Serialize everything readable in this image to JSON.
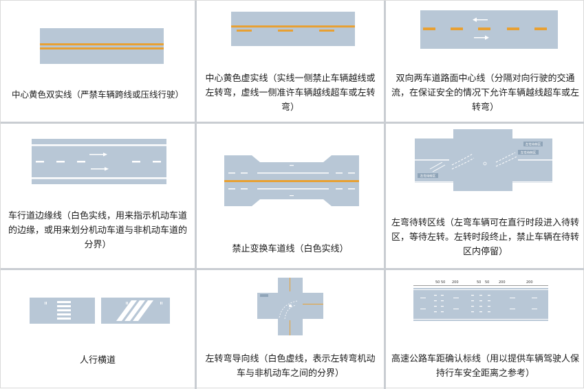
{
  "colors": {
    "road": "#b8c7d6",
    "yellow": "#e8a032",
    "white": "#ffffff",
    "grid": "#c9cdd2"
  },
  "cells": [
    {
      "caption": "中心黄色双实线（严禁车辆跨线或压线行驶）"
    },
    {
      "caption": "中心黄色虚实线（实线一侧禁止车辆越线或左转弯，虚线一侧准许车辆越线超车或左转弯）"
    },
    {
      "caption": "双向两车道路面中心线（分隔对向行驶的交通流，在保证安全的情况下允许车辆越线超车或左转弯）"
    },
    {
      "caption": "车行道边缘线（白色实线，用来指示机动车道的边缘，或用来划分机动车道与非机动车道的分界）"
    },
    {
      "caption": "禁止变换车道线（白色实线）"
    },
    {
      "caption": "左弯待转区线（左弯车辆可在直行时段进入待转区，等待左转。左转时段终止，禁止车辆在待转区内停留）"
    },
    {
      "caption": "人行横道"
    },
    {
      "caption": "左转弯导向线（白色虚线，表示左转弯机动车与非机动车之间的分界）"
    },
    {
      "caption": "高速公路车距确认标线（用以提供车辆驾驶人保持行车安全距离之参考）"
    }
  ],
  "diagram_labels": {
    "waiting_zone_top": "左弯待转区",
    "waiting_zone_top_right": "左弯待转区",
    "waiting_zone_bottom": "左弯待转区",
    "distance_ruler": [
      "50",
      "50",
      "200",
      "50",
      "50",
      "200",
      "200"
    ]
  }
}
